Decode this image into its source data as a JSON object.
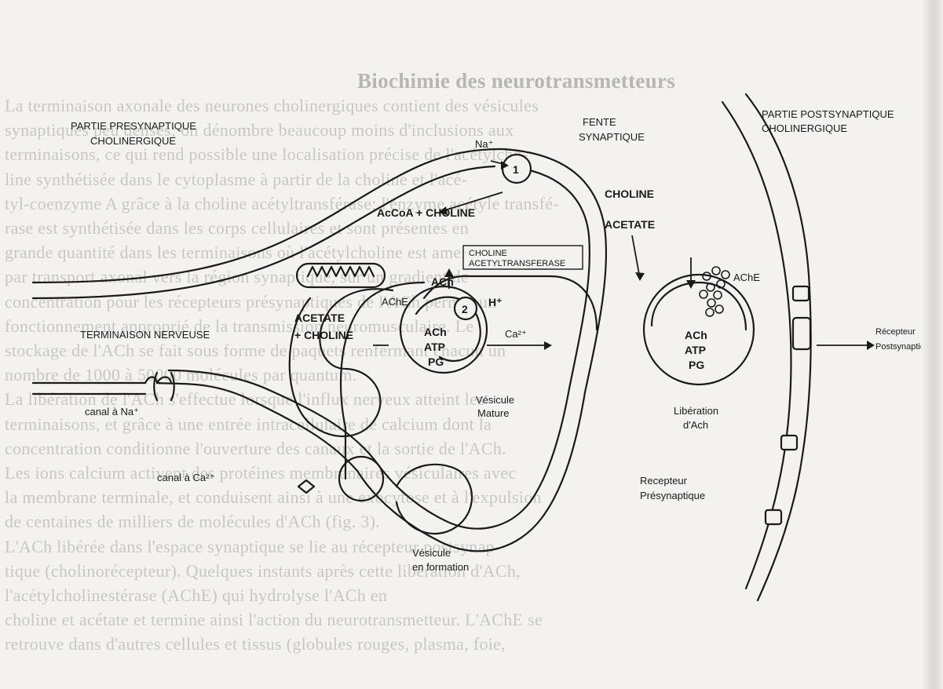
{
  "background_text": {
    "heading": "Biochimie des neurotransmetteurs",
    "lines": [
      "La terminaison axonale des neurones cholinergiques contient des vésicules",
      "synaptiques peu denses; on dénombre beaucoup moins d'inclusions aux",
      "terminaisons, ce qui rend possible une localisation précise de l'acétylcho-",
      "line synthétisée dans le cytoplasme à partir de la choline et l'acé-",
      "tyl-coenzyme A grâce à la choline acétyltransférase; l'enzyme acétyle transfé-",
      "rase est synthétisée dans les corps cellulaires et sont présentes en",
      "grande quantité dans les terminaisons où l'acétylcholine est amenée",
      "par transport axonal vers la région synaptique, sur un gradient de",
      "concentration pour les récepteurs présynaptiques de l'ACh permet un",
      "fonctionnement approprié de la transmission neuromusculaire. Le",
      "stockage de l'ACh se fait sous forme de paquets renfermant chacun un",
      "nombre de 1000 à 50000 molécules par quantum.",
      "La libération de l'ACh s'effectue lorsque l'influx nerveux atteint les",
      "terminaisons, et grâce à une entrée intracellulaire de calcium dont la",
      "concentration conditionne l'ouverture des canaux et la sortie de l'ACh.",
      "Les ions calcium activent des protéines membranaires vésiculaires avec",
      "la membrane terminale, et conduisent ainsi à une exocytose et à l'expulsion",
      "de centaines de milliers de molécules d'ACh (fig. 3).",
      "L'ACh libérée dans l'espace synaptique se lie au récepteur postsynap-",
      "tique (cholinorécepteur). Quelques instants après cette libération d'ACh,",
      "l'acétylcholinestérase (AChE) qui hydrolyse l'ACh en",
      "choline et acétate et termine ainsi l'action du neurotransmetteur. L'AChE se",
      "retrouve dans d'autres cellules et tissus (globules rouges, plasma, foie,"
    ]
  },
  "labels": {
    "presynaptic": [
      "PARTIE PRESYNAPTIQUE",
      "CHOLINERGIQUE"
    ],
    "cleft": [
      "FENTE",
      "SYNAPTIQUE"
    ],
    "postsynaptic": [
      "PARTIE POSTSYNAPTIQUE",
      "CHOLINERGIQUE"
    ],
    "na_plus": "Na⁺",
    "transporter_1": "1",
    "acetylcoa_choline": "AcCoA + CHOLINE",
    "choline_right": "CHOLINE",
    "acetate_right": "ACETATE",
    "enzyme_box": [
      "CHOLINE",
      "ACETYLTRANSFERASE"
    ],
    "ach_top": "ACh",
    "ache_left": "AChE",
    "ache_right": "AChE",
    "transporter_2": "2",
    "h_plus": "H⁺",
    "acetate_left": "ACETATE",
    "choline_left": "+ CHOLINE",
    "terminaison": "TERMINAISON NERVEUSE",
    "vesicle_mid": [
      "ACh",
      "ATP",
      "PG"
    ],
    "ca_plus": "Ca²⁺",
    "vesicle_right": [
      "ACh",
      "ATP",
      "PG"
    ],
    "recepteur_post": [
      "Récepteur",
      "Postsynaptique"
    ],
    "vesicule_mature": [
      "Vésicule",
      "Mature"
    ],
    "liberation": [
      "Libération",
      "d'Ach"
    ],
    "canal_na": "canal à Na⁺",
    "canal_ca": "canal à Ca²⁺",
    "recepteur_pre": [
      "Recepteur",
      "Présynaptique"
    ],
    "vesicule_formation": [
      "Vésicule",
      "en formation"
    ]
  }
}
